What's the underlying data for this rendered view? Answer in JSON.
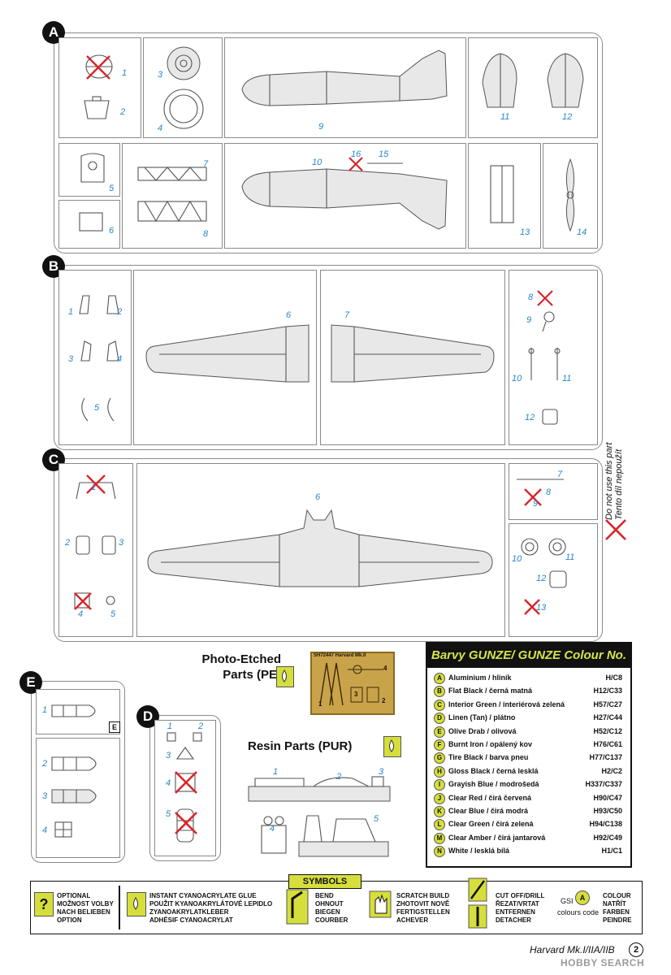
{
  "sprue_a": {
    "letter": "A",
    "parts": [
      "1",
      "2",
      "3",
      "4",
      "5",
      "6",
      "7",
      "8",
      "9",
      "10",
      "11",
      "12",
      "13",
      "14",
      "15",
      "16"
    ]
  },
  "sprue_b": {
    "letter": "B",
    "parts": [
      "1",
      "2",
      "3",
      "4",
      "5",
      "5",
      "6",
      "7",
      "8",
      "9",
      "10",
      "11",
      "12"
    ]
  },
  "sprue_c": {
    "letter": "C",
    "parts": [
      "1",
      "2",
      "3",
      "4",
      "5",
      "6",
      "7",
      "8",
      "9",
      "10",
      "11",
      "12",
      "13"
    ]
  },
  "sprue_e": {
    "letter": "E",
    "tag": "E",
    "parts": [
      "1",
      "2",
      "3",
      "4"
    ]
  },
  "sprue_d": {
    "letter": "D",
    "parts": [
      "1",
      "2",
      "3",
      "4",
      "5"
    ]
  },
  "side_note": {
    "line1": "Do not use this part",
    "line2": "Tento díl nepoužít"
  },
  "photo_etched": {
    "title_line1": "Photo-Etched",
    "title_line2": "Parts (PE)",
    "fret_label": "SH72447 Harvard Mk.II",
    "numbers": [
      "1",
      "2",
      "3",
      "4"
    ]
  },
  "resin": {
    "title": "Resin Parts (PUR)",
    "parts": [
      "1",
      "2",
      "3",
      "4",
      "5"
    ]
  },
  "colours": {
    "header": "Barvy GUNZE/ GUNZE Colour No.",
    "rows": [
      {
        "letter": "A",
        "name": "Aluminium / hliník",
        "code": "H/C8"
      },
      {
        "letter": "B",
        "name": "Flat Black / černá matná",
        "code": "H12/C33"
      },
      {
        "letter": "C",
        "name": "Interior Green / interiérová zelená",
        "code": "H57/C27"
      },
      {
        "letter": "D",
        "name": "Linen (Tan) / plátno",
        "code": "H27/C44"
      },
      {
        "letter": "E",
        "name": "Olive Drab / olivová",
        "code": "H52/C12"
      },
      {
        "letter": "F",
        "name": "Burnt Iron / opálený kov",
        "code": "H76/C61"
      },
      {
        "letter": "G",
        "name": "Tire Black / barva pneu",
        "code": "H77/C137"
      },
      {
        "letter": "H",
        "name": "Gloss Black / černá lesklá",
        "code": "H2/C2"
      },
      {
        "letter": "I",
        "name": "Grayish Blue / modrošedá",
        "code": "H337/C337"
      },
      {
        "letter": "J",
        "name": "Clear Red / čirá červená",
        "code": "H90/C47"
      },
      {
        "letter": "K",
        "name": "Clear Blue / čirá modrá",
        "code": "H93/C50"
      },
      {
        "letter": "L",
        "name": "Clear Green / čirá zelená",
        "code": "H94/C138"
      },
      {
        "letter": "M",
        "name": "Clear Amber / čirá jantarová",
        "code": "H92/C49"
      },
      {
        "letter": "N",
        "name": "White / lesklá bílá",
        "code": "H1/C1"
      }
    ]
  },
  "symbols": {
    "title": "SYMBOLS",
    "optional": [
      "OPTIONAL",
      "MOŽNOST VOLBY",
      "NACH BELIEBEN",
      "OPTION"
    ],
    "glue": [
      "INSTANT CYANOACRYLATE GLUE",
      "POUŽIT KYANOAKRYLÁTOVÉ LEPIDLO",
      "ZYANOAKRYLATKLEBER",
      "ADHÉSIF CYANOACRYLAT"
    ],
    "bend": [
      "BEND",
      "OHNOUT",
      "BIEGEN",
      "COURBER"
    ],
    "scratch": [
      "SCRATCH BUILD",
      "ZHOTOVIT NOVĚ",
      "FERTIGSTELLEN",
      "ACHEVER"
    ],
    "cut": [
      "CUT OFF/DRILL",
      "ŘEZAT/VRTAT",
      "ENTFERNEN",
      "DETACHER"
    ],
    "gsi": "GSI",
    "gsi_letter": "A",
    "colours_code": "colours code",
    "colour": [
      "COLOUR",
      "NATŘÍT",
      "FARBEN",
      "PEINDRE"
    ]
  },
  "footer": {
    "model": "Harvard Mk.I/IIA/IIB",
    "page": "2",
    "watermark": "HOBBY SEARCH"
  },
  "colors": {
    "accent_yellow": "#d6de3b",
    "part_number_blue": "#2a86c8",
    "x_red": "#d9252a",
    "sprue_gray": "#8a8a8a"
  }
}
